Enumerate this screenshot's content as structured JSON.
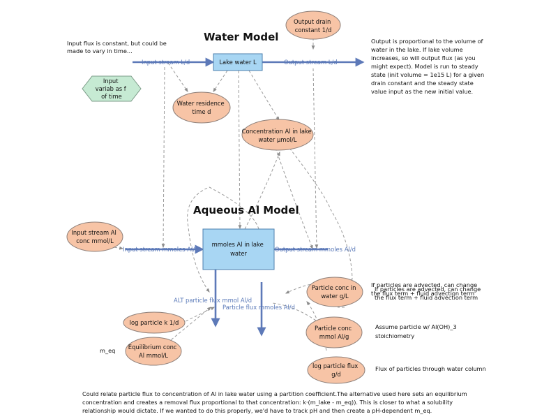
{
  "titles": {
    "water_model": "Water Model",
    "aqueous_model": "Aqueous Al Model"
  },
  "notes": {
    "input_flux": [
      "Input flux is constant, but could be",
      "made to vary in time..."
    ],
    "output": [
      "Output is proportional to the volume of",
      "water in the lake. If lake volume",
      "increases, so will output flux (as you",
      "might expect). Model is run to steady",
      "state (init volume = 1e15 L) for a given",
      "drain constant and the steady state",
      "value input as the new initial value."
    ],
    "advection_1": [
      "If particles are advected, can change",
      "the flux term + fluid advection term"
    ],
    "advection_2": [
      "If particles are advected, can change",
      "the flux term + fluid advection term"
    ],
    "stoich": [
      "Assume particle w/ Al(OH)_3",
      "stoichiometry"
    ],
    "flux_particles": [
      "Flux of particles through water column"
    ],
    "m_eq": [
      "m_eq"
    ],
    "bottom": [
      "Could relate particle flux to concentration of Al in lake water using a partition coefficient.The alternative used here sets an equilibrium",
      "concentration and creates a removal flux proportional to that concentration: k·(m_lake - m_eq)). This is closer to what a solubility",
      "relationship would dictate. If we wanted to do this properly, we'd have to track pH and then create a pH-dependent m_eq."
    ]
  },
  "stocks": {
    "lake_water": [
      "Lake water L"
    ],
    "mmoles_al": [
      "mmoles Al in lake",
      "water"
    ]
  },
  "flows": {
    "input_stream": "Input stream L/d",
    "output_stream": "Output stream L/d",
    "input_stream_al": "Input stream mmoles Al/d",
    "output_stream_al": "Output stream mmoles Al/d",
    "alt_particle_flux": "ALT particle flux mmol Al/d",
    "particle_flux": "Particle flux mmoles Al/d"
  },
  "converters": {
    "output_drain": [
      "Output drain",
      "constant 1/d"
    ],
    "input_variab": [
      "Input",
      "variab as f",
      "of time"
    ],
    "residence_time": [
      "Water residence",
      "time d"
    ],
    "conc_al": [
      "Concentration Al in lake",
      "water μmol/L"
    ],
    "input_stream_al_conc": [
      "Input stream Al",
      "conc mmol/L"
    ],
    "particle_conc_water": [
      "Particle conc in",
      "water g/L"
    ],
    "particle_conc_mmol": [
      "Particle conc",
      "mmol Al/g"
    ],
    "log_particle_k": [
      "log particle k 1/d"
    ],
    "equilibrium_conc": [
      "Equilibrium conc",
      "Al mmol/L"
    ],
    "log_particle_flux": [
      "log particle flux",
      "g/d"
    ]
  },
  "colors": {
    "stock_fill": "#a8d6f3",
    "converter_fill": "#f7c4a6",
    "hexagon_fill": "#c6ead3",
    "flow_text": "#5a79b8",
    "pipe": "#5d79b8",
    "connector": "#9a9a9a"
  }
}
